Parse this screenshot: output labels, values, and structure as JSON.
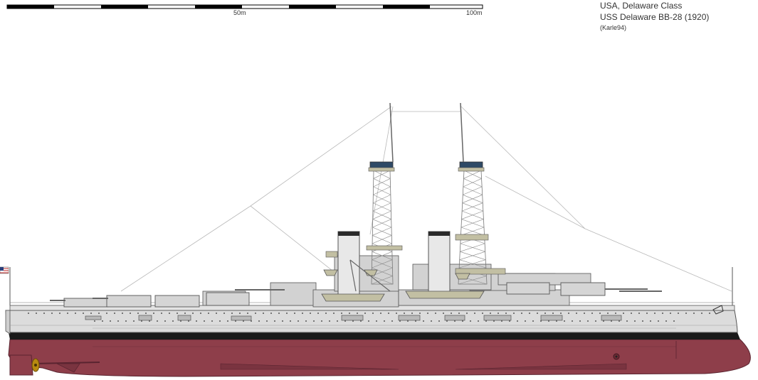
{
  "scale_bar": {
    "label_mid": "50m",
    "label_end": "100m"
  },
  "caption": {
    "line1": "USA, Delaware Class",
    "line2": "USS Delaware BB-28 (1920)",
    "credit": "(Karle94)"
  },
  "colors": {
    "hull_red": "#8e3e4a",
    "hull_red_dark": "#6f2b35",
    "hull_grey": "#dcdcdc",
    "superstructure_grey": "#cfcfcf",
    "deck_dark": "#1a1a1a",
    "rigging": "#b0b0b0",
    "boat_tan": "#c2bfa3",
    "funnel_band": "#3a3a3a",
    "outline": "#555555"
  }
}
